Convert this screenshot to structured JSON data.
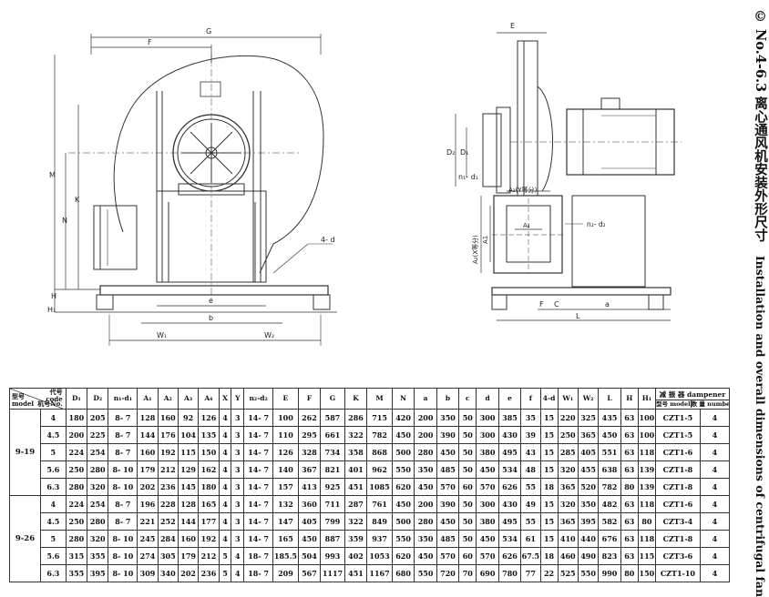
{
  "caption": {
    "cn": "© No.4-6.3 离心通风机安装外形尺寸",
    "en": "Installation and overall dimensions of centrifugal fan"
  },
  "drawing_labels": {
    "F": "F",
    "G": "G",
    "M": "M",
    "K": "K",
    "N": "N",
    "H": "H",
    "H1": "H₁",
    "bolt": "4- d",
    "e": "e",
    "b": "b",
    "W1": "W₁",
    "W2": "W₂",
    "E": "E",
    "D1": "D₁",
    "D2": "D₂",
    "n1d1": "n₁- d₁",
    "A3": "A₃(Y等分)",
    "A2": "A₂(X等分)",
    "A1": "A1",
    "A4": "A₄",
    "n2d2": "n₂- d₂",
    "F2": "F",
    "C": "C",
    "a": "a",
    "L": "L"
  },
  "table": {
    "corner": {
      "code_cn": "代号",
      "code_en": "code",
      "no_cn": "机号",
      "no_en": "No.",
      "model_cn": "型号",
      "model_en": "model"
    },
    "columns": [
      "D₁",
      "D₂",
      "n₁-d₁",
      "A₁",
      "A₂",
      "A₃",
      "A₄",
      "X",
      "Y",
      "n₂-d₂",
      "E",
      "F",
      "G",
      "K",
      "M",
      "N",
      "a",
      "b",
      "c",
      "d",
      "e",
      "f",
      "4-d",
      "W₁",
      "W₂",
      "L",
      "H",
      "H₁"
    ],
    "damper": {
      "title_cn": "减 振 器",
      "title_en": "dampener",
      "model_cn": "型号",
      "model_en": "model",
      "number_cn": "数 量",
      "number_en": "number"
    },
    "groups": [
      {
        "model": "9-19",
        "rows": [
          {
            "no": "4",
            "cells": [
              "180",
              "205",
              "8- 7",
              "128",
              "160",
              "92",
              "126",
              "4",
              "3",
              "14- 7",
              "100",
              "262",
              "587",
              "286",
              "715",
              "420",
              "200",
              "350",
              "50",
              "300",
              "385",
              "35",
              "15",
              "220",
              "325",
              "435",
              "63",
              "100"
            ],
            "damper_model": "CZT1-5",
            "damper_number": "4"
          },
          {
            "no": "4.5",
            "cells": [
              "200",
              "225",
              "8- 7",
              "144",
              "176",
              "104",
              "135",
              "4",
              "3",
              "14- 7",
              "110",
              "295",
              "661",
              "322",
              "782",
              "450",
              "200",
              "390",
              "50",
              "300",
              "430",
              "39",
              "15",
              "250",
              "365",
              "450",
              "63",
              "100"
            ],
            "damper_model": "CZT1-5",
            "damper_number": "4"
          },
          {
            "no": "5",
            "cells": [
              "224",
              "254",
              "8- 7",
              "160",
              "192",
              "115",
              "150",
              "4",
              "3",
              "14- 7",
              "126",
              "328",
              "734",
              "358",
              "868",
              "500",
              "280",
              "450",
              "50",
              "380",
              "495",
              "43",
              "15",
              "285",
              "405",
              "551",
              "63",
              "118"
            ],
            "damper_model": "CZT1-6",
            "damper_number": "4"
          },
          {
            "no": "5.6",
            "cells": [
              "250",
              "280",
              "8- 10",
              "179",
              "212",
              "129",
              "162",
              "4",
              "3",
              "14- 7",
              "140",
              "367",
              "821",
              "401",
              "962",
              "550",
              "350",
              "485",
              "50",
              "450",
              "534",
              "48",
              "15",
              "320",
              "455",
              "638",
              "63",
              "139"
            ],
            "damper_model": "CZT1-8",
            "damper_number": "4"
          },
          {
            "no": "6.3",
            "cells": [
              "280",
              "320",
              "8- 10",
              "202",
              "236",
              "145",
              "180",
              "4",
              "3",
              "14- 7",
              "157",
              "413",
              "925",
              "451",
              "1085",
              "620",
              "450",
              "570",
              "60",
              "570",
              "626",
              "55",
              "18",
              "365",
              "520",
              "782",
              "80",
              "139"
            ],
            "damper_model": "CZT1-8",
            "damper_number": "4"
          }
        ]
      },
      {
        "model": "9-26",
        "rows": [
          {
            "no": "4",
            "cells": [
              "224",
              "254",
              "8- 7",
              "196",
              "228",
              "128",
              "165",
              "4",
              "3",
              "14- 7",
              "132",
              "360",
              "711",
              "287",
              "761",
              "450",
              "200",
              "390",
              "50",
              "300",
              "430",
              "49",
              "15",
              "320",
              "350",
              "482",
              "63",
              "118"
            ],
            "damper_model": "CZT1-6",
            "damper_number": "4"
          },
          {
            "no": "4.5",
            "cells": [
              "250",
              "280",
              "8- 7",
              "221",
              "252",
              "144",
              "177",
              "4",
              "3",
              "14- 7",
              "147",
              "405",
              "799",
              "322",
              "849",
              "500",
              "280",
              "450",
              "50",
              "380",
              "495",
              "55",
              "15",
              "365",
              "395",
              "582",
              "63",
              "80"
            ],
            "damper_model": "CZT3-4",
            "damper_number": "4"
          },
          {
            "no": "5",
            "cells": [
              "280",
              "320",
              "8- 10",
              "245",
              "284",
              "160",
              "192",
              "4",
              "3",
              "14- 7",
              "165",
              "450",
              "887",
              "359",
              "937",
              "550",
              "350",
              "485",
              "50",
              "450",
              "534",
              "61",
              "15",
              "410",
              "440",
              "676",
              "63",
              "118"
            ],
            "damper_model": "CZT1-8",
            "damper_number": "4"
          },
          {
            "no": "5.6",
            "cells": [
              "315",
              "355",
              "8- 10",
              "274",
              "305",
              "179",
              "212",
              "5",
              "4",
              "18- 7",
              "185.5",
              "504",
              "993",
              "402",
              "1053",
              "620",
              "450",
              "570",
              "60",
              "570",
              "626",
              "67.5",
              "18",
              "460",
              "490",
              "823",
              "63",
              "115"
            ],
            "damper_model": "CZT3-6",
            "damper_number": "4"
          },
          {
            "no": "6.3",
            "cells": [
              "355",
              "395",
              "8- 10",
              "309",
              "340",
              "202",
              "236",
              "5",
              "4",
              "18- 7",
              "209",
              "567",
              "1117",
              "451",
              "1167",
              "680",
              "550",
              "720",
              "70",
              "690",
              "780",
              "77",
              "22",
              "525",
              "550",
              "990",
              "80",
              "150"
            ],
            "damper_model": "CZT1-10",
            "damper_number": "4"
          }
        ]
      }
    ]
  }
}
